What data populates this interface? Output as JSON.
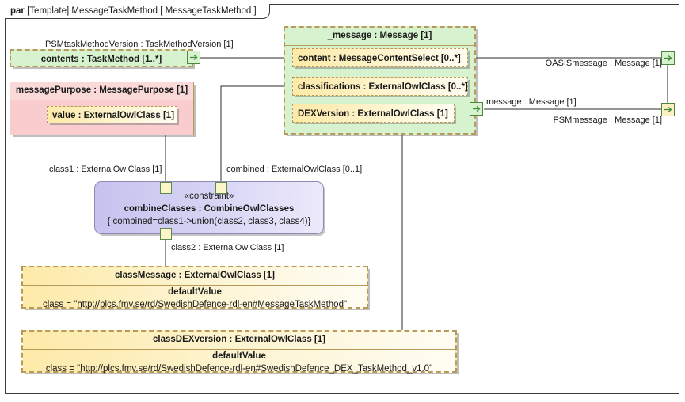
{
  "frame": {
    "keyword": "par",
    "template_tag": "[Template]",
    "name": "MessageTaskMethod",
    "param_open": "[",
    "param": "MessageTaskMethod",
    "param_close": "]"
  },
  "parts": {
    "contents": {
      "header": "contents : TaskMethod [1..*]",
      "binding_label": "PSMtaskMethodVersion : TaskMethodVersion [1]"
    },
    "message_purpose": {
      "header": "messagePurpose : MessagePurpose [1]",
      "properties": [
        {
          "label": "value : ExternalOwlClass [1]"
        }
      ]
    },
    "message": {
      "header": "_message : Message [1]",
      "properties": [
        {
          "label": "content : MessageContentSelect [0..*]"
        },
        {
          "label": "classifications : ExternalOwlClass [0..*]"
        },
        {
          "label": "DEXVersion : ExternalOwlClass [1]"
        }
      ]
    }
  },
  "constraint": {
    "stereotype": "«constraint»",
    "name": "combineClasses : CombineOwlClasses",
    "expression": "{ combined=class1->union(class2, class3, class4)}",
    "ports": [
      {
        "name": "class1",
        "label": "class1 : ExternalOwlClass [1]"
      },
      {
        "name": "combined",
        "label": "combined : ExternalOwlClass [0..1]"
      },
      {
        "name": "class2",
        "label": "class2 : ExternalOwlClass [1]"
      }
    ]
  },
  "value_boxes": [
    {
      "header": "classMessage : ExternalOwlClass [1]",
      "compartment_title": "defaultValue",
      "value": "class = \"http://plcs.fmv.se/rd/SwedishDefence-rdl-en#MessageTaskMethod\""
    },
    {
      "header": "classDEXversion : ExternalOwlClass [1]",
      "compartment_title": "defaultValue",
      "value": "class = \"http://plcs.fmv.se/rd/SwedishDefence-rdl-en#SwedishDefence_DEX_TaskMethod_v1.0\""
    }
  ],
  "connector_labels": {
    "oasis_message": "OASISmessage : Message [1]",
    "message": "message : Message [1]",
    "psm_message": "PSMmessage : Message [1]"
  },
  "colors": {
    "frame_border": "#3c3c3c",
    "green_part": "#d6f2cf",
    "pink_part": "#f9cdcd",
    "yellow_prop": "#fdeaa8",
    "constraint_fill": "#c6c4ef",
    "dashed_border": "#b79a57",
    "port_border": "#4f8441",
    "wire": "#2b2b2b"
  }
}
